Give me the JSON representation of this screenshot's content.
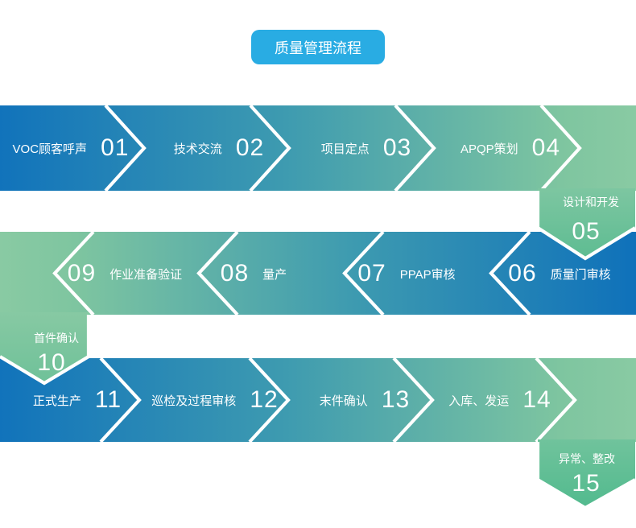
{
  "title": "质量管理流程",
  "colors": {
    "badge_blue": "#29ACE3",
    "band_blue": "#1173BB",
    "band_teal": "#3E9BB0",
    "band_green": "#89CAA3",
    "pentagon_green_light": "#7DC6A1",
    "pentagon_green_dark": "#55BB90",
    "text": "#FFFFFF"
  },
  "flow": {
    "row1": {
      "direction": "left-to-right",
      "steps": [
        {
          "num": "01",
          "label": "VOC顾客呼声"
        },
        {
          "num": "02",
          "label": "技术交流"
        },
        {
          "num": "03",
          "label": "项目定点"
        },
        {
          "num": "04",
          "label": "APQP策划"
        }
      ]
    },
    "connector1": {
      "num": "05",
      "label": "设计和开发"
    },
    "row2": {
      "direction": "right-to-left",
      "steps": [
        {
          "num": "06",
          "label": "质量门审核"
        },
        {
          "num": "07",
          "label": "PPAP审核"
        },
        {
          "num": "08",
          "label": "量产"
        },
        {
          "num": "09",
          "label": "作业准备验证"
        }
      ]
    },
    "connector2": {
      "num": "10",
      "label": "首件确认"
    },
    "row3": {
      "direction": "left-to-right",
      "steps": [
        {
          "num": "11",
          "label": "正式生产"
        },
        {
          "num": "12",
          "label": "巡检及过程审核"
        },
        {
          "num": "13",
          "label": "末件确认"
        },
        {
          "num": "14",
          "label": "入库、发运"
        }
      ]
    },
    "connector3": {
      "num": "15",
      "label": "异常、整改"
    }
  }
}
